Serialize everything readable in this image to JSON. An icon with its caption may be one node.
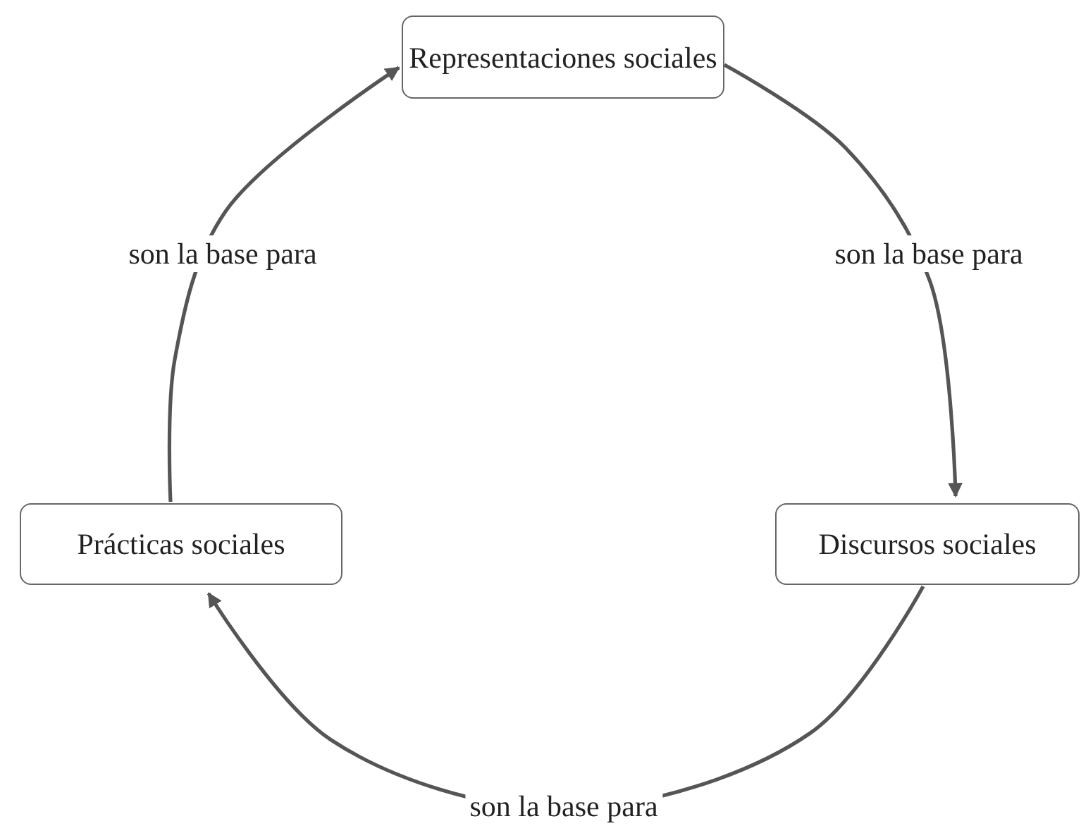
{
  "diagram": {
    "nodes": [
      {
        "text": [
          "Representaciones sociales"
        ]
      },
      {
        "text": [
          "Discursos sociales"
        ]
      },
      {
        "text": [
          "Prácticas sociales"
        ]
      }
    ],
    "edges": [
      {
        "from": 0,
        "to": 1,
        "arrow": "to",
        "label": "son la base para"
      },
      {
        "from": 1,
        "to": 2,
        "arrow": "to",
        "label": "son la base para"
      },
      {
        "from": 2,
        "to": 0,
        "arrow": "to",
        "label": "son la base para"
      }
    ]
  }
}
